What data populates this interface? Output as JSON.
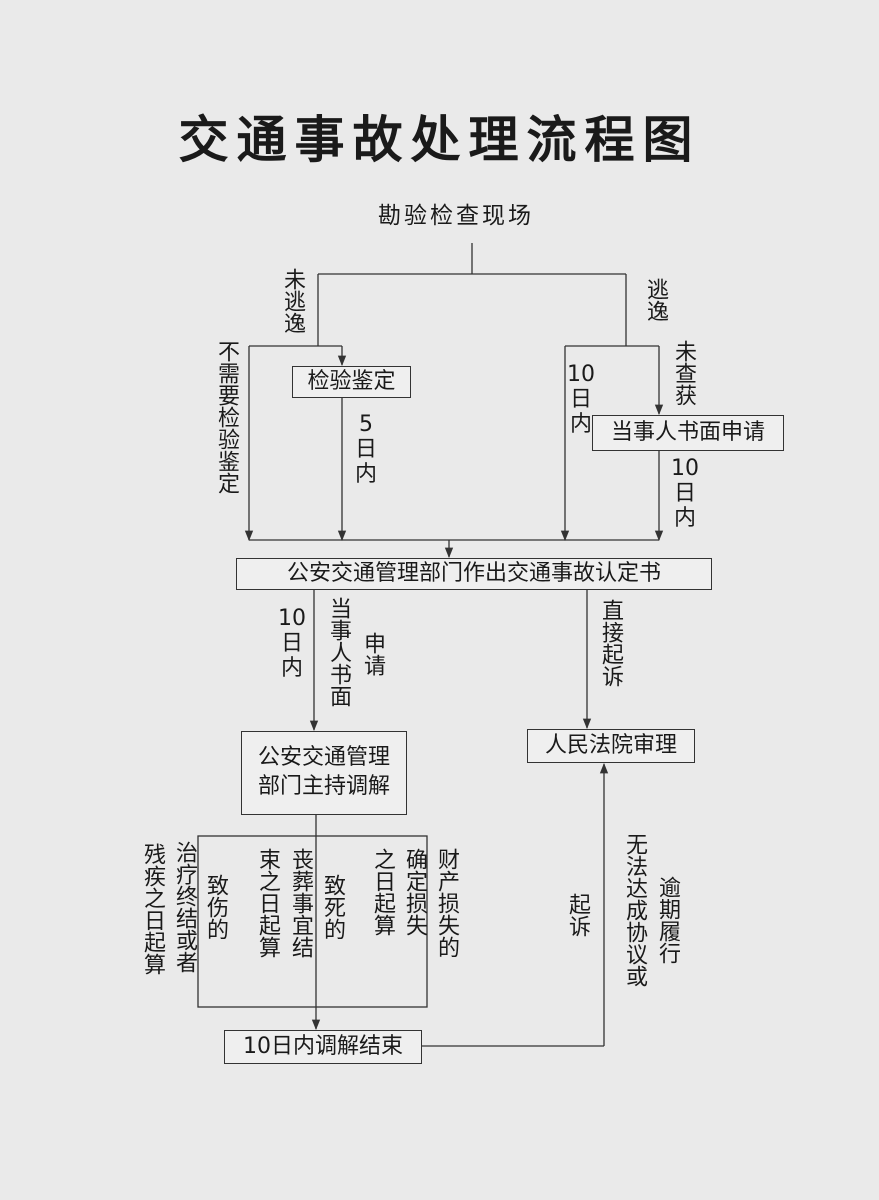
{
  "title": "交通事故处理流程图",
  "nodes": {
    "survey": "勘验检查现场",
    "inspection": "检验鉴定",
    "party_application": "当事人书面申请",
    "determination": "公安交通管理部门作出交通事故认定书",
    "mediation_line1": "公安交通管理",
    "mediation_line2": "部门主持调解",
    "court": "人民法院审理",
    "mediation_end": "10日内调解结束"
  },
  "labels": {
    "not_escaped": "未逃逸",
    "escaped": "逃逸",
    "no_inspection_needed": "不需要检验鉴定",
    "five_days": "5日内",
    "ten_days_left": "10日内",
    "not_caught": "未查获",
    "ten_days_right": "10日内",
    "ten_days_apply": "10日内",
    "party_book": "当事人书面",
    "apply": "申请",
    "direct_sue": "直接起诉",
    "sue": "起诉",
    "no_agreement": "无法达成协议或",
    "overdue": "逾期履行"
  },
  "conditions": {
    "injury_c1": "残疾之日起算",
    "injury_c2": "治疗终结或者",
    "injury_c3": "致伤的",
    "death_c1": "束之日起算",
    "death_c2": "丧葬事宜结",
    "death_c3": "致死的",
    "property_c1": "之日起算",
    "property_c2": "确定损失",
    "property_c3": "财产损失的"
  }
}
